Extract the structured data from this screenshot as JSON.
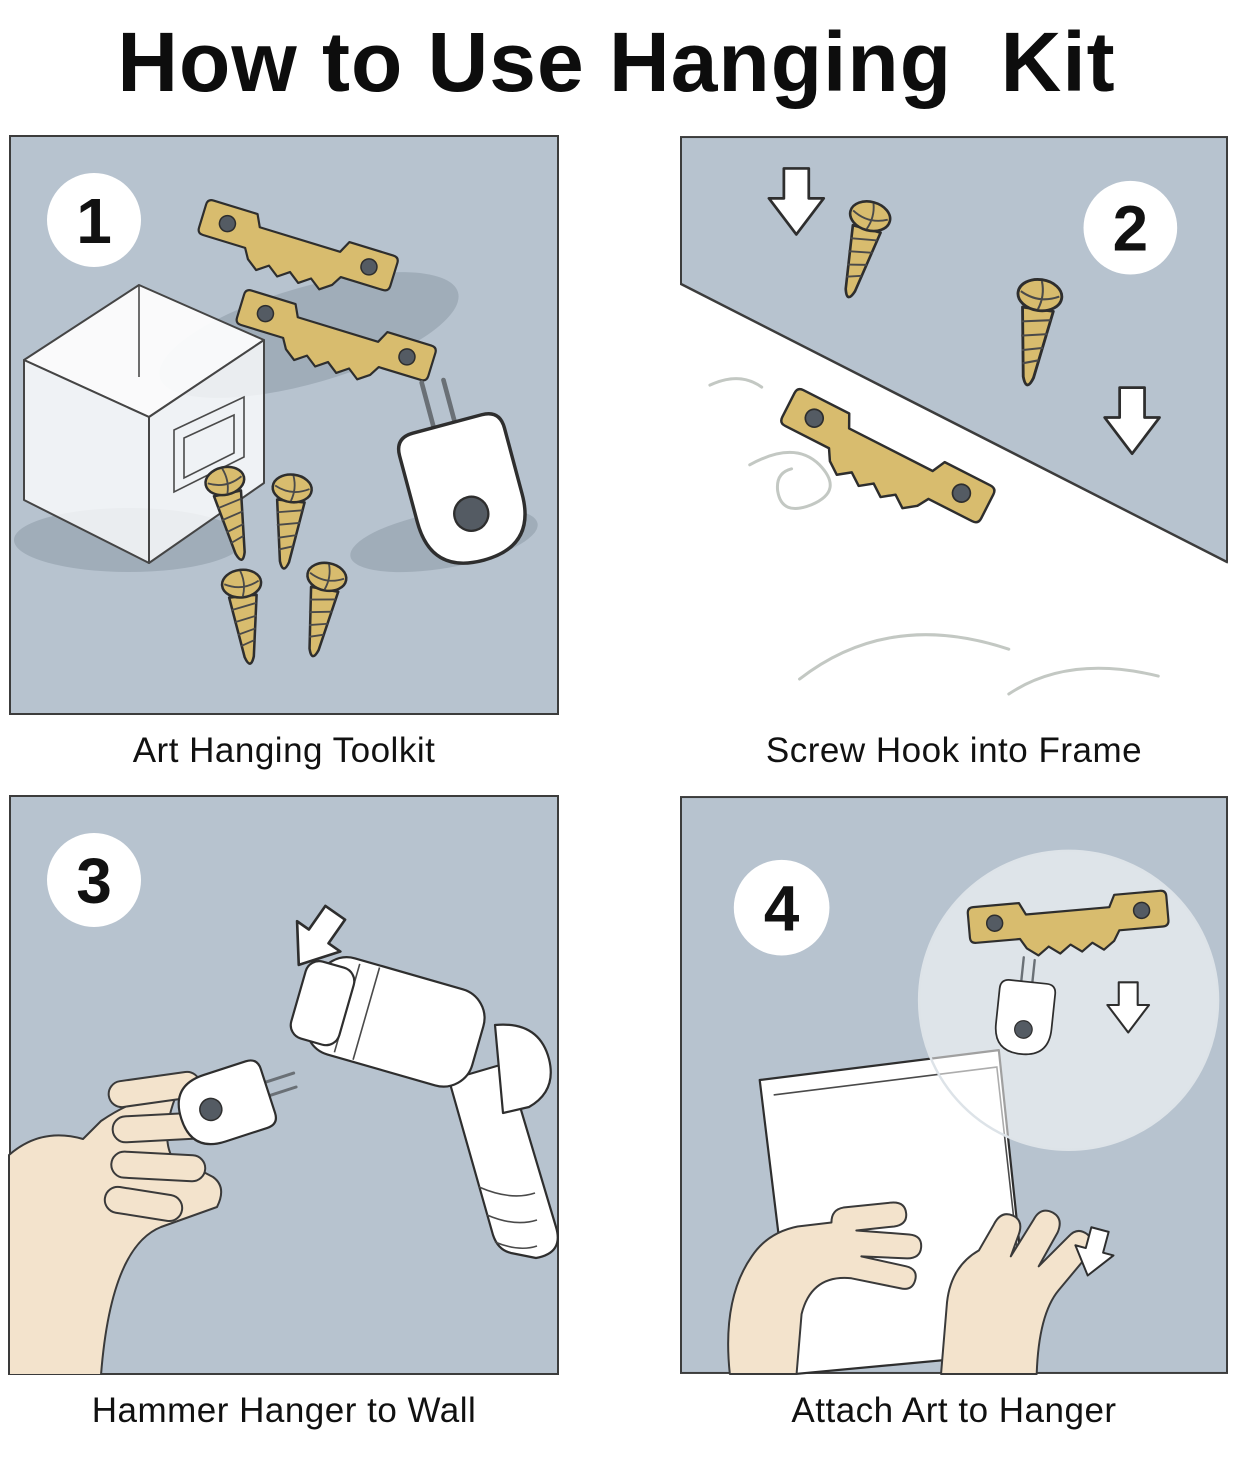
{
  "title": "How to Use Hanging  Kit",
  "steps": [
    {
      "number": "1",
      "caption": "Art Hanging Toolkit"
    },
    {
      "number": "2",
      "caption": "Screw Hook into Frame"
    },
    {
      "number": "3",
      "caption": "Hammer Hanger to Wall"
    },
    {
      "number": "4",
      "caption": "Attach Art to Hanger"
    }
  ],
  "colors": {
    "panel_bg": "#b7c3cf",
    "brass": "#d8bc6e",
    "ink": "#2e2e2e",
    "skin": "#f3e3cc",
    "paper": "#ffffff"
  }
}
